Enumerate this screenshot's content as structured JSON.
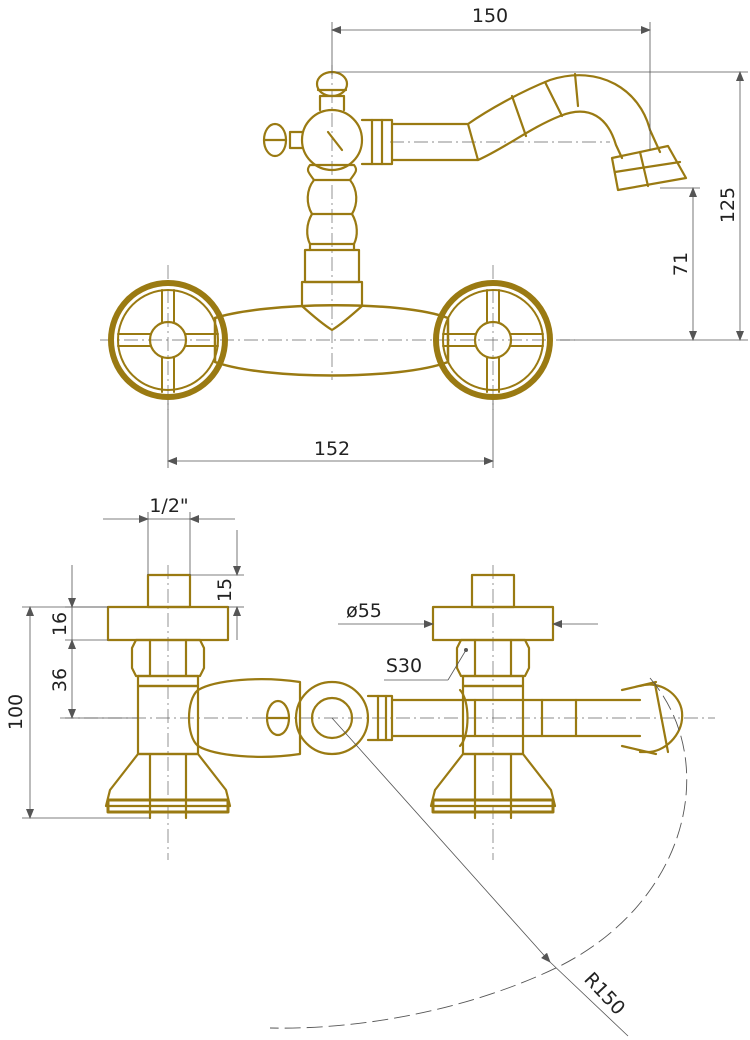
{
  "colors": {
    "part_stroke": "#9a7a12",
    "dimension": "#555555",
    "text": "#222222",
    "background": "#ffffff"
  },
  "front_view": {
    "dim_spout_reach": "150",
    "dim_total_height": "125",
    "dim_outlet_height": "71",
    "dim_center_distance": "152"
  },
  "plan_view": {
    "dim_thread": "1/2\"",
    "dim_nut_height": "15",
    "dim_flange": "16",
    "dim_body": "36",
    "dim_total_depth": "100",
    "dim_flange_diameter": "ø55",
    "dim_wrench": "S30",
    "dim_swing_radius": "R150"
  }
}
